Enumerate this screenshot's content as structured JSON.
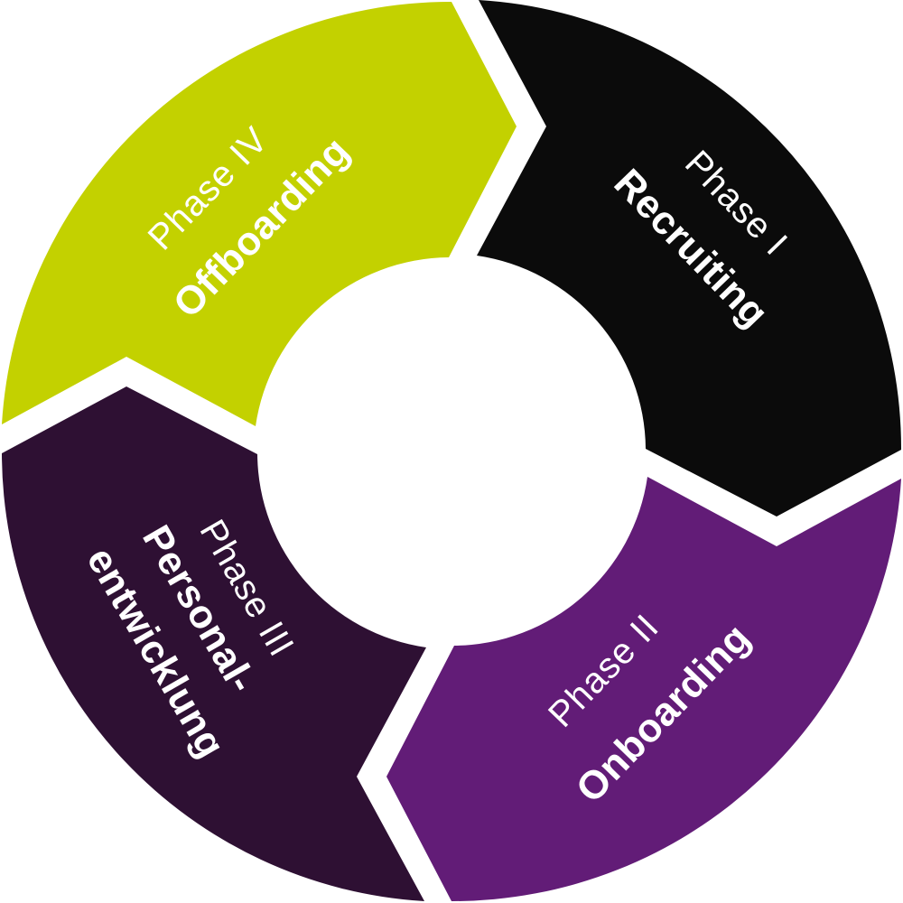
{
  "phases": [
    {
      "label": "Phase I",
      "title": "Recruiting",
      "color": "#0b0b0b"
    },
    {
      "label": "Phase II",
      "title": "Onboarding",
      "color": "#621c77"
    },
    {
      "label": "Phase III",
      "title_line1": "Personal-",
      "title_line2": "entwicklung",
      "color": "#2e1033"
    },
    {
      "label": "Phase IV",
      "title": "Offboarding",
      "color": "#c3d100"
    }
  ],
  "colors": {
    "text": "#ffffff",
    "background": "#ffffff"
  }
}
